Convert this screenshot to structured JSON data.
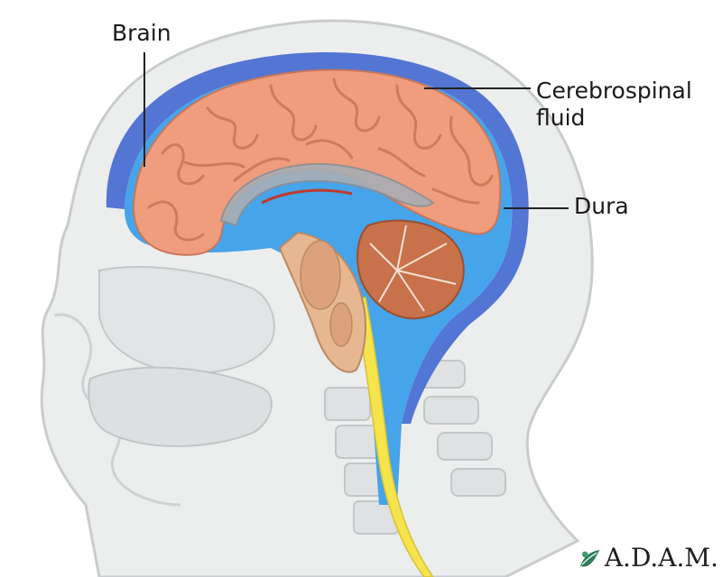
{
  "labels": {
    "brain": "Brain",
    "csf_line1": "Cerebrospinal",
    "csf_line2": "fluid",
    "dura": "Dura"
  },
  "logo": {
    "text": "A.D.A.M.",
    "mark_icon": "adam-leaf-icon"
  },
  "colors": {
    "background": "#ffffff",
    "head_outline": "#c8cbce",
    "head_fill": "#e9eaeb",
    "csf_blue": "#3d9fe6",
    "dura_blue": "#4a6fd0",
    "brain_orange": "#ee9c7c",
    "brain_sulci": "#d77d5e",
    "cerebellum": "#c8704a",
    "spinal_cord_yellow": "#f3e24a",
    "label_line": "#222222"
  }
}
